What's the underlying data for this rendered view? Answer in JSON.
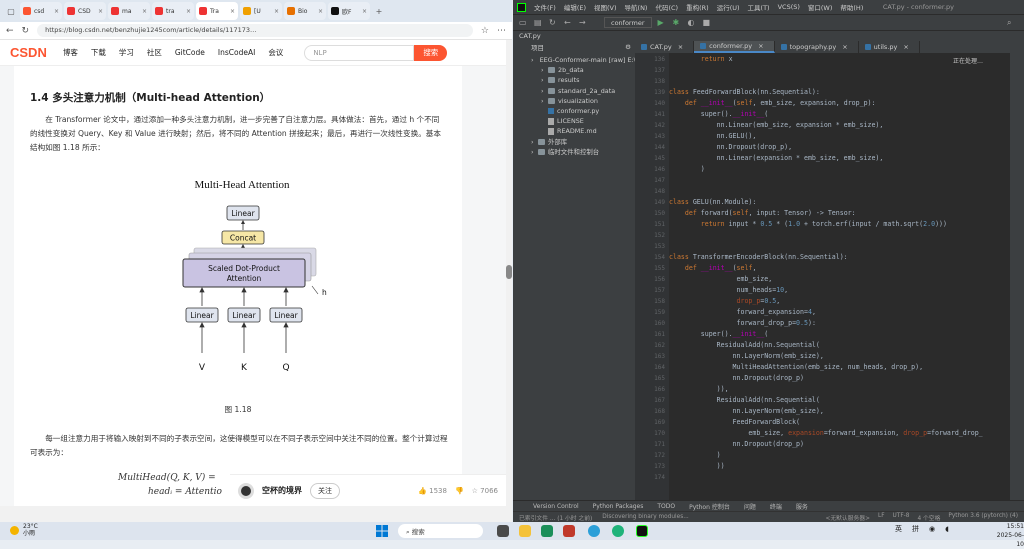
{
  "browser": {
    "tabs": [
      {
        "label": "csd",
        "color": "#fc5531"
      },
      {
        "label": "CSD",
        "color": "#e33"
      },
      {
        "label": "ma",
        "color": "#e33"
      },
      {
        "label": "tra",
        "color": "#e33"
      },
      {
        "label": "Tra",
        "color": "#e33",
        "active": true
      },
      {
        "label": "[U",
        "color": "#f0a000"
      },
      {
        "label": "Bio",
        "color": "#e77000"
      },
      {
        "label": "欧F",
        "color": "#111"
      }
    ],
    "url": "https://blog.csdn.net/benzhujie1245com/article/details/117173…",
    "logo": "CSDN",
    "nav": [
      "博客",
      "下载",
      "学习",
      "社区",
      "GitCode",
      "InsCodeAI",
      "会议"
    ],
    "search_placeholder": "NLP",
    "search_btn": "搜索"
  },
  "article": {
    "heading": "1.4 多头注意力机制（Multi-head Attention）",
    "para1": "在 Transformer 论文中，通过添加一种多头注意力机制，进一步完善了自注意力层。具体做法：首先，通过 h 个不同的线性变换对 Query、Key 和 Value 进行映射；然后，将不同的 Attention 拼接起来；最后，再进行一次线性变换。基本结构如图 1.18 所示：",
    "diagram": {
      "title": "Multi-Head Attention",
      "linear_top": "Linear",
      "concat": "Concat",
      "sdpa_line1": "Scaled Dot-Product",
      "sdpa_line2": "Attention",
      "h": "h",
      "linear": "Linear",
      "inputs": [
        "V",
        "K",
        "Q"
      ]
    },
    "caption": "图 1.18",
    "para2": "每一组注意力用于将输入映射到不同的子表示空间，这使得模型可以在不同子表示空间中关注不同的位置。整个计算过程可表示为：",
    "formula1": "MultiHead(Q, K, V) =",
    "formula2": "headᵢ = Attentio"
  },
  "author": {
    "name": "空杯的境界",
    "follow": "关注",
    "likes": "1538",
    "favs": "7066"
  },
  "ide": {
    "menu": [
      "文件(F)",
      "编辑(E)",
      "视图(V)",
      "导航(N)",
      "代码(C)",
      "重构(R)",
      "运行(U)",
      "工具(T)",
      "VCS(S)",
      "窗口(W)",
      "帮助(H)"
    ],
    "title": "CAT.py - conformer.py",
    "run_config": "conformer",
    "crumb": "CAT.py",
    "project_label": "项目",
    "editor_tabs": [
      "CAT.py",
      "conformer.py",
      "topography.py",
      "utils.py"
    ],
    "active_tab": 1,
    "tree": [
      {
        "indent": 0,
        "type": "folder",
        "label": "EEG-Conformer-main [raw] E:\\"
      },
      {
        "indent": 1,
        "type": "folder",
        "label": "2b_data"
      },
      {
        "indent": 1,
        "type": "folder",
        "label": "results"
      },
      {
        "indent": 1,
        "type": "folder",
        "label": "standard_2a_data"
      },
      {
        "indent": 1,
        "type": "folder",
        "label": "visualization"
      },
      {
        "indent": 1,
        "type": "py",
        "label": "conformer.py"
      },
      {
        "indent": 1,
        "type": "txt",
        "label": "LICENSE"
      },
      {
        "indent": 1,
        "type": "txt",
        "label": "README.md"
      },
      {
        "indent": 0,
        "type": "folder",
        "label": "外部库"
      },
      {
        "indent": 0,
        "type": "folder",
        "label": "临时文件和控制台"
      }
    ],
    "line_numbers": [
      "136",
      "137",
      "138",
      "139",
      "140",
      "141",
      "142",
      "143",
      "144",
      "145",
      "146",
      "147",
      "148",
      "149",
      "150",
      "151",
      "152",
      "153",
      "154",
      "155",
      "156",
      "157",
      "158",
      "159",
      "160",
      "161",
      "162",
      "163",
      "164",
      "165",
      "166",
      "167",
      "168",
      "169",
      "170",
      "171",
      "172",
      "173",
      "174"
    ],
    "code": [
      "        return x",
      "",
      "",
      "class FeedForwardBlock(nn.Sequential):",
      "    def __init__(self, emb_size, expansion, drop_p):",
      "        super().__init__(",
      "            nn.Linear(emb_size, expansion * emb_size),",
      "            nn.GELU(),",
      "            nn.Dropout(drop_p),",
      "            nn.Linear(expansion * emb_size, emb_size),",
      "        )",
      "",
      "",
      "class GELU(nn.Module):",
      "    def forward(self, input: Tensor) -> Tensor:",
      "        return input * 0.5 * (1.0 + torch.erf(input / math.sqrt(2.0)))",
      "",
      "",
      "class TransformerEncoderBlock(nn.Sequential):",
      "    def __init__(self,",
      "                 emb_size,",
      "                 num_heads=10,",
      "                 drop_p=0.5,",
      "                 forward_expansion=4,",
      "                 forward_drop_p=0.5):",
      "        super().__init__(",
      "            ResidualAdd(nn.Sequential(",
      "                nn.LayerNorm(emb_size),",
      "                MultiHeadAttention(emb_size, num_heads, drop_p),",
      "                nn.Dropout(drop_p)",
      "            )),",
      "            ResidualAdd(nn.Sequential(",
      "                nn.LayerNorm(emb_size),",
      "                FeedForwardBlock(",
      "                    emb_size, expansion=forward_expansion, drop_p=forward_drop_",
      "                nn.Dropout(drop_p)",
      "            )",
      "            ))",
      ""
    ],
    "processing": "正在处理…",
    "bottom_tools": [
      "Version Control",
      "Python Packages",
      "TODO",
      "Python 控制台",
      "问题",
      "终端",
      "服务"
    ],
    "status_left": "已索引文件 ... (1 小时 之前)",
    "status_mid": "Discovering binary modules...",
    "status_right": [
      "<无默认服务器>",
      "LF",
      "UTF-8",
      "4 个空格",
      "Python 3.6 (pytorch) (4)"
    ]
  },
  "taskbar": {
    "temp": "23°C",
    "weather": "小雨",
    "search": "搜索",
    "ime1": "英",
    "ime2": "拼",
    "time": "15:51",
    "date": "2025-06-10"
  }
}
